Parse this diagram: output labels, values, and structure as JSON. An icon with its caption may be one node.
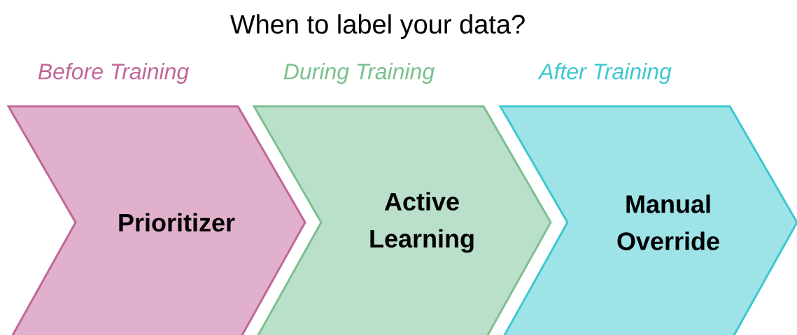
{
  "diagram": {
    "title": "When to label your data?",
    "nodes": [
      {
        "text": [
          "Before Training",
          "Prioritizer"
        ]
      },
      {
        "text": [
          "During Training",
          "Active Learning"
        ]
      },
      {
        "text": [
          "After Training",
          "Manual Override"
        ]
      }
    ]
  }
}
